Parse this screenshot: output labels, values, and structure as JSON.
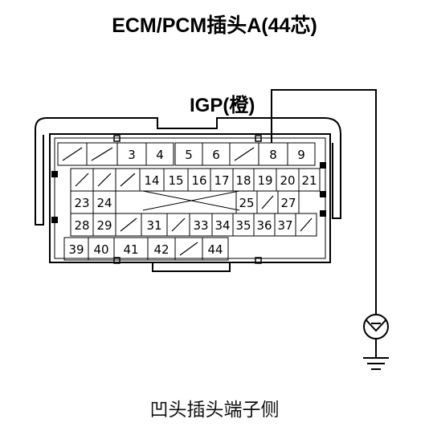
{
  "title": "ECM/PCM插头A(44芯)",
  "wire_label": "IGP(橙)",
  "caption": "凹头插头端子侧",
  "connector": {
    "pins": [
      {
        "label": "",
        "empty": true
      },
      {
        "label": "",
        "empty": true
      },
      {
        "label": "3"
      },
      {
        "label": "4"
      },
      {
        "label": "5"
      },
      {
        "label": "6"
      },
      {
        "label": "",
        "empty": true
      },
      {
        "label": "8"
      },
      {
        "label": "9"
      },
      {
        "label": "",
        "empty": true
      },
      {
        "label": "",
        "empty": true
      },
      {
        "label": "",
        "empty": true
      },
      {
        "label": "14"
      },
      {
        "label": "15"
      },
      {
        "label": "16"
      },
      {
        "label": "17"
      },
      {
        "label": "18"
      },
      {
        "label": "19"
      },
      {
        "label": "20"
      },
      {
        "label": "21"
      },
      {
        "label": "23"
      },
      {
        "label": "24"
      },
      {
        "label": "25"
      },
      {
        "label": "",
        "empty": true
      },
      {
        "label": "27"
      },
      {
        "label": "28"
      },
      {
        "label": "29"
      },
      {
        "label": "",
        "empty": true
      },
      {
        "label": "31"
      },
      {
        "label": "",
        "empty": true
      },
      {
        "label": "33"
      },
      {
        "label": "34"
      },
      {
        "label": "35"
      },
      {
        "label": "36"
      },
      {
        "label": "37"
      },
      {
        "label": "",
        "empty": true
      },
      {
        "label": "39"
      },
      {
        "label": "40"
      },
      {
        "label": "41"
      },
      {
        "label": "42"
      },
      {
        "label": "",
        "empty": true
      },
      {
        "label": "44"
      }
    ]
  },
  "colors": {
    "line": "#000000",
    "background": "#ffffff"
  }
}
